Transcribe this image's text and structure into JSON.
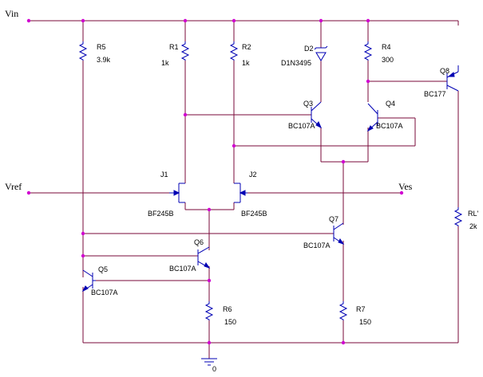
{
  "nets": {
    "vin": "Vin",
    "vref": "Vref",
    "ves": "Ves",
    "gnd": "0"
  },
  "parts": {
    "r5": {
      "ref": "R5",
      "value": "3.9k"
    },
    "r1": {
      "ref": "R1",
      "value": "1k"
    },
    "r2": {
      "ref": "R2",
      "value": "1k"
    },
    "d2": {
      "ref": "D2",
      "value": "D1N3495"
    },
    "r4": {
      "ref": "R4",
      "value": "300"
    },
    "q8": {
      "ref": "Q8",
      "value": "BC177"
    },
    "q3": {
      "ref": "Q3",
      "value": "BC107A"
    },
    "q4": {
      "ref": "Q4",
      "value": "BC107A"
    },
    "j1": {
      "ref": "J1",
      "value": "BF245B"
    },
    "j2": {
      "ref": "J2",
      "value": "BF245B"
    },
    "q7": {
      "ref": "Q7",
      "value": "BC107A"
    },
    "rl": {
      "ref": "RL'",
      "value": "2k"
    },
    "q6": {
      "ref": "Q6",
      "value": "BC107A"
    },
    "q5": {
      "ref": "Q5",
      "value": "BC107A"
    },
    "r6": {
      "ref": "R6",
      "value": "150"
    },
    "r7": {
      "ref": "R7",
      "value": "150"
    }
  },
  "colors": {
    "wire": "#7a0a3a",
    "component": "#0000b4",
    "junction": "#d000d0"
  }
}
